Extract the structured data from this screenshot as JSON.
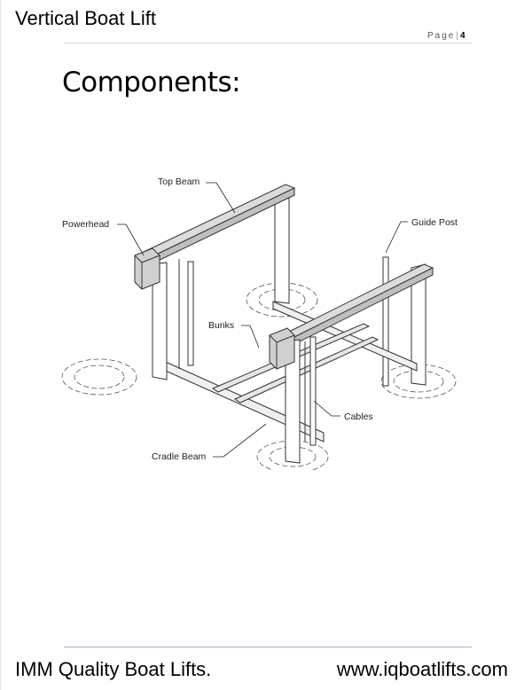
{
  "header": {
    "title": "Vertical Boat Lift",
    "page_word": "Page",
    "page_number": "4"
  },
  "section": {
    "heading": "Components:"
  },
  "diagram": {
    "labels": {
      "top_beam": "Top Beam",
      "powerhead": "Powerhead",
      "guide_post": "Guide Post",
      "bunks": "Bunks",
      "cables": "Cables",
      "cradle_beam": "Cradle Beam"
    }
  },
  "footer": {
    "company": "IMM Quality Boat Lifts.",
    "website": "www.iqboatlifts.com"
  }
}
